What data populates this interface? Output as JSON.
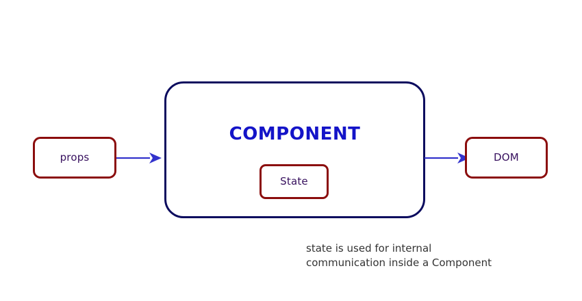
{
  "diagram": {
    "title_text": "COMPONENT",
    "background_color": "#ffffff",
    "nodes": {
      "props": {
        "label": "props",
        "border_color": "#8b0d0d",
        "text_color": "#37105e"
      },
      "component": {
        "label": "COMPONENT",
        "border_color": "#0b0b5e",
        "text_color": "#1414c8"
      },
      "state": {
        "label": "State",
        "border_color": "#8b0d0d",
        "text_color": "#37105e"
      },
      "dom": {
        "label": "DOM",
        "border_color": "#8b0d0d",
        "text_color": "#37105e"
      }
    },
    "edges": [
      {
        "name": "props-to-component",
        "from": "props",
        "to": "component",
        "color": "#3333cc",
        "direction": "right"
      },
      {
        "name": "component-to-dom",
        "from": "component",
        "to": "dom",
        "color": "#3333cc",
        "direction": "right"
      }
    ],
    "caption": {
      "line1": "state is used for internal",
      "line2": "communication inside a Component",
      "text": "state is used for internal\ncommunication inside a Component",
      "color": "#333333"
    }
  }
}
